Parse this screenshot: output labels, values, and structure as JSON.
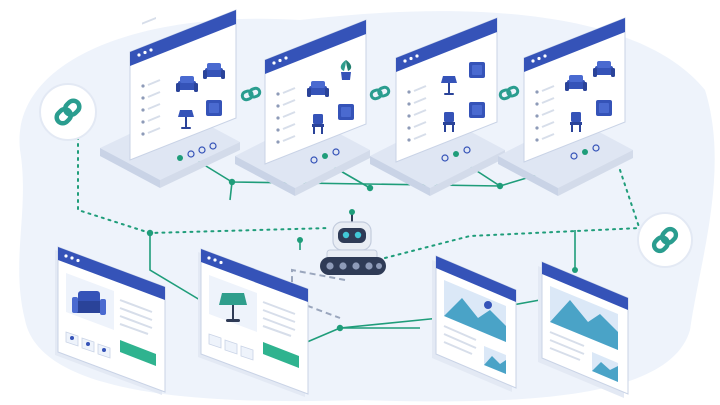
{
  "scene": {
    "description_free": true,
    "colors": {
      "background": "#ffffff",
      "blob": "#eef3fb",
      "panel_face": "#ffffff",
      "panel_side": "#dfe6f3",
      "panel_border": "#c9d3e6",
      "header_blue": "#3553b8",
      "furniture_blue": "#3553b8",
      "lamp_teal": "#2f9e8c",
      "connector_green": "#1f9d7a",
      "text_line": "#d7deea",
      "robot_body": "#e9edf4",
      "robot_eye": "#42c7d6",
      "robot_track": "#2f3b56",
      "link_icon": "#2a9d8f"
    },
    "icons": {
      "top_row_panels": [
        "furniture-grid-panel",
        "furniture-grid-panel",
        "furniture-grid-panel",
        "furniture-grid-panel"
      ],
      "chain_links": [
        "chain-link-icon",
        "chain-link-icon",
        "chain-link-icon"
      ],
      "link_badges": [
        "link-icon",
        "link-icon"
      ],
      "bottom_left_pages": [
        "armchair-product-page",
        "lamp-product-page"
      ],
      "bottom_right_pages": [
        "landscape-article-page",
        "landscape-article-page"
      ],
      "crawler": "robot-icon"
    }
  }
}
